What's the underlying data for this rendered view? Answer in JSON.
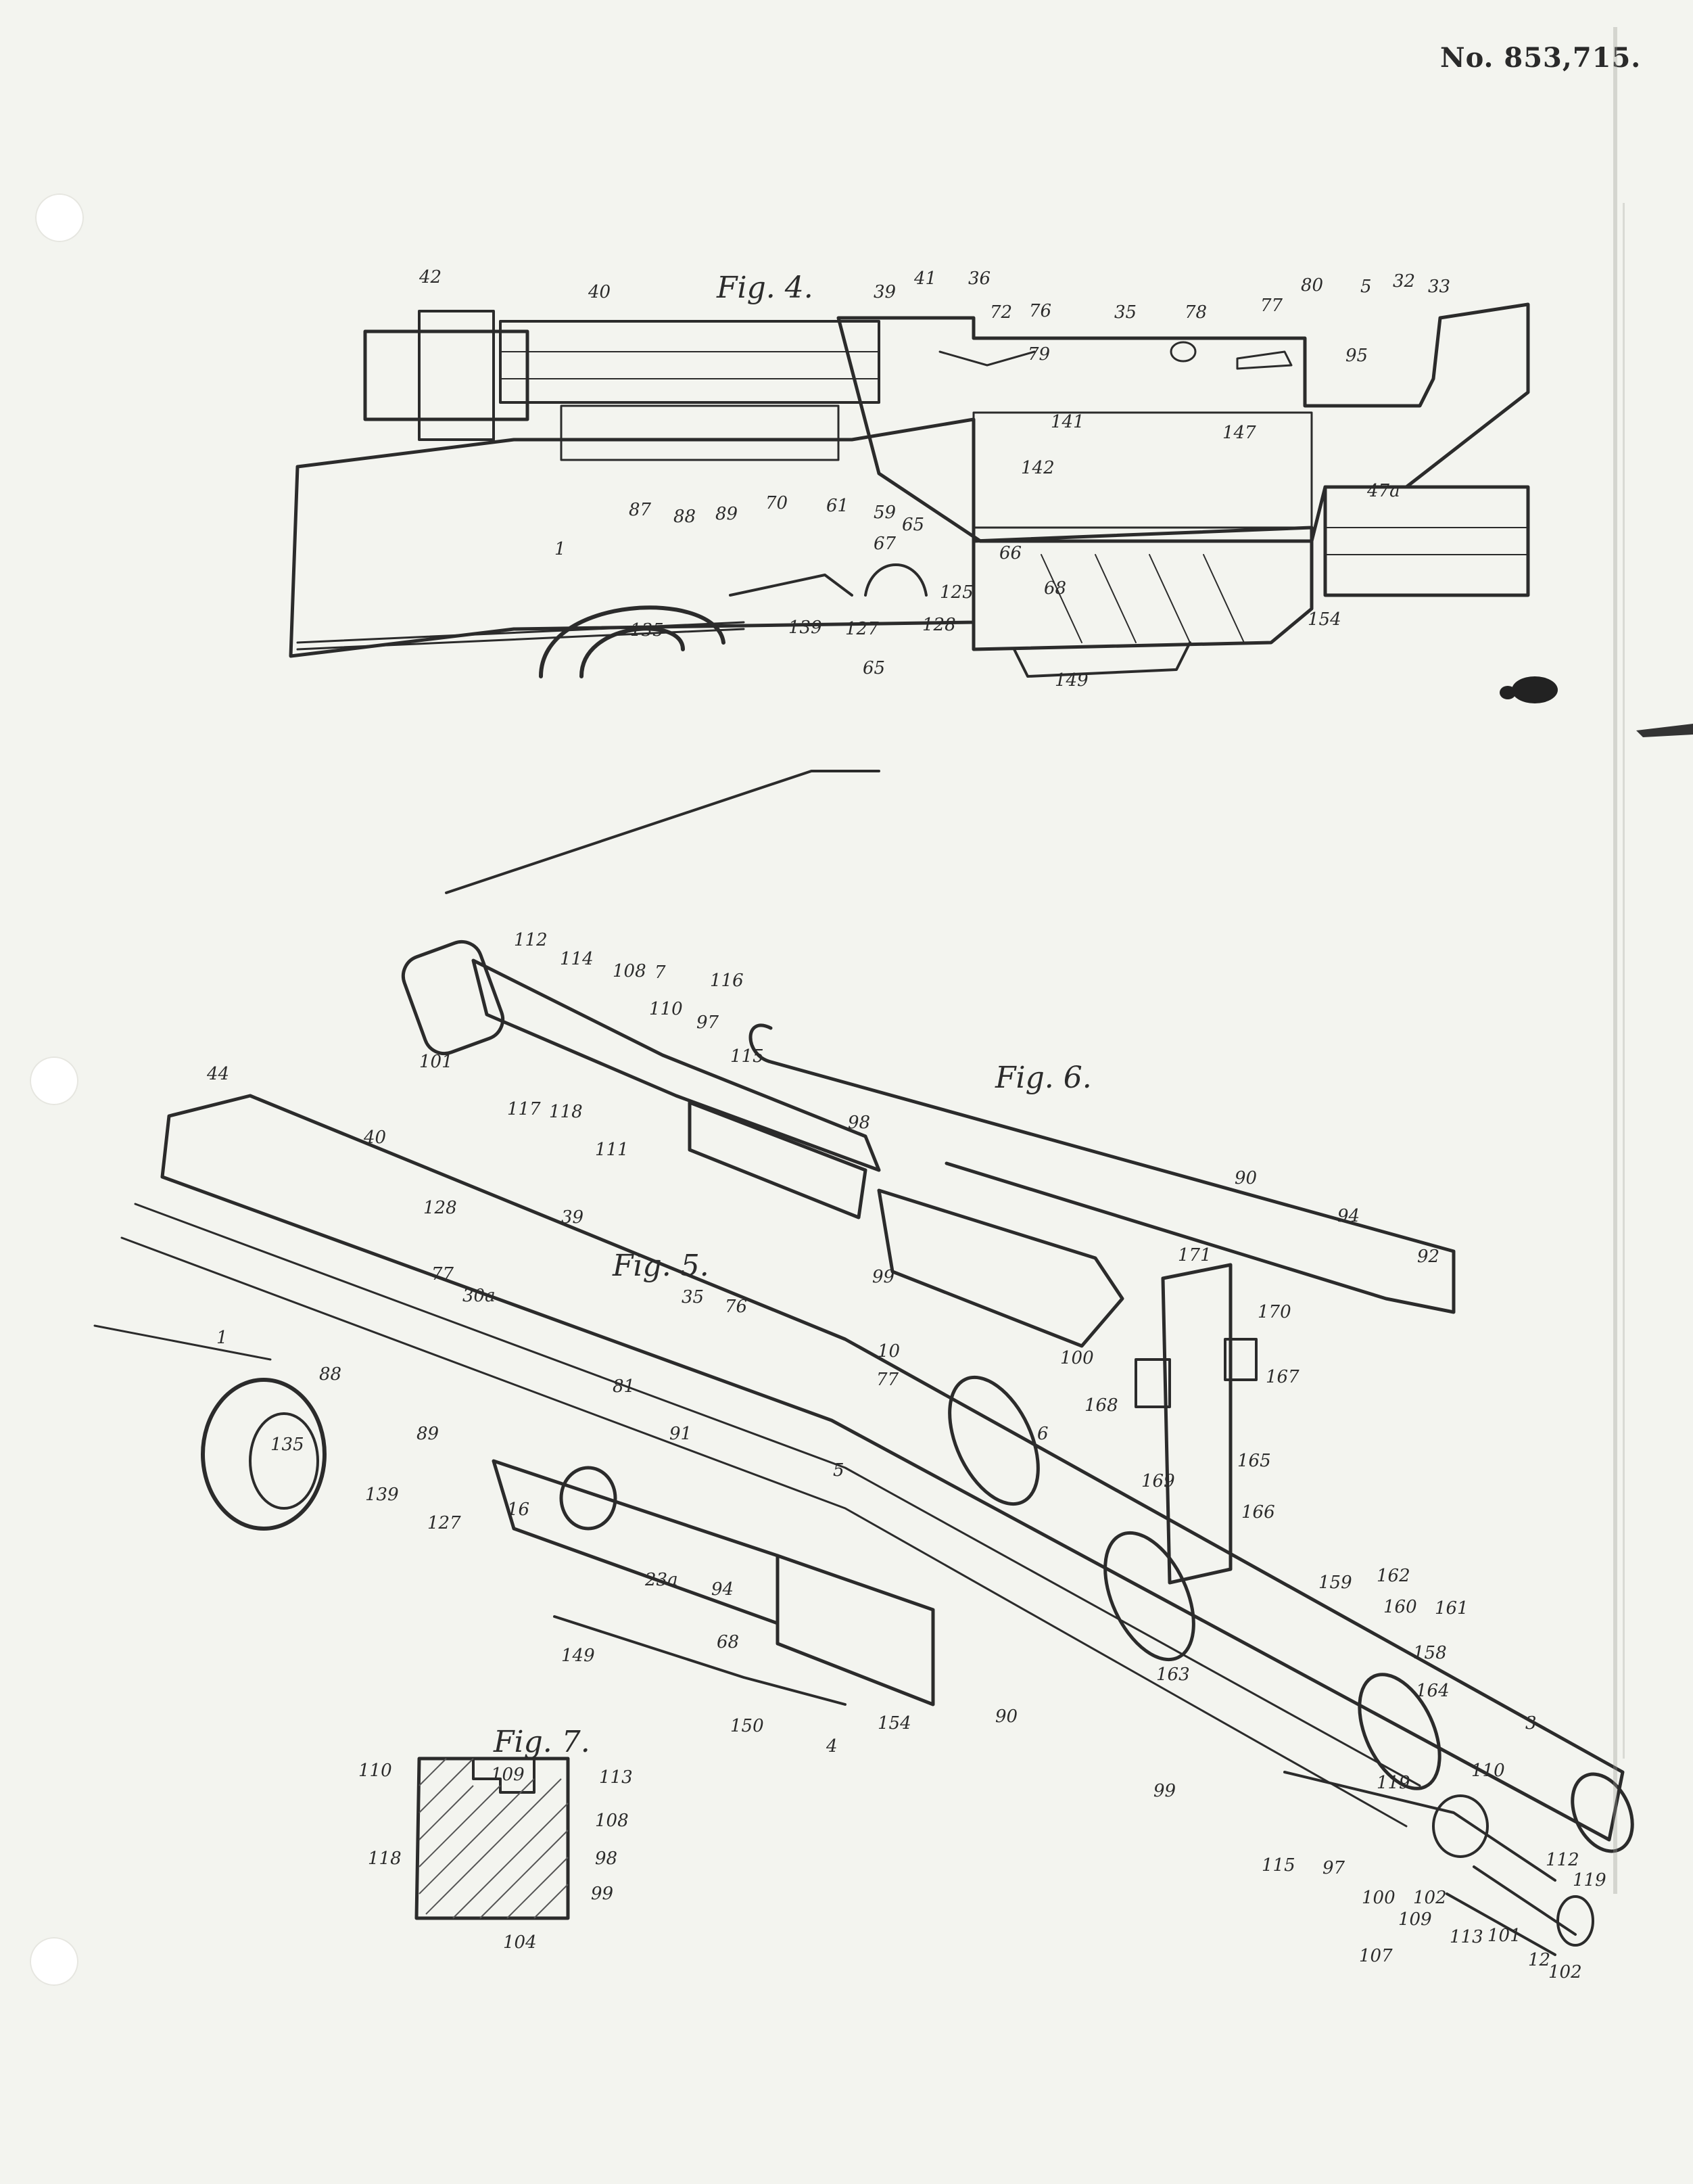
{
  "header": {
    "patent_number": "No. 853,715."
  },
  "figures": [
    {
      "id": "fig4",
      "title": "Fig. 4.",
      "labels": [
        "42",
        "40",
        "39",
        "41",
        "36",
        "72",
        "76",
        "35",
        "78",
        "77",
        "80",
        "5",
        "32",
        "33",
        "79",
        "95",
        "87",
        "88",
        "89",
        "70",
        "61",
        "59",
        "65",
        "67",
        "141",
        "142",
        "147",
        "47a",
        "1",
        "66",
        "68",
        "139",
        "127",
        "125",
        "128",
        "65",
        "135",
        "149",
        "154"
      ]
    },
    {
      "id": "fig6",
      "title": "Fig. 6.",
      "labels": [
        "112",
        "114",
        "108",
        "7",
        "116",
        "110",
        "97",
        "115",
        "101",
        "117",
        "118",
        "111",
        "98",
        "99",
        "100",
        "90",
        "94",
        "92"
      ]
    },
    {
      "id": "fig5",
      "title": "Fig. 5.",
      "labels": [
        "44",
        "40",
        "128",
        "77",
        "39",
        "35",
        "76",
        "10",
        "77",
        "1",
        "88",
        "30a",
        "81",
        "91",
        "6",
        "5",
        "135",
        "89",
        "139",
        "127",
        "16",
        "23a",
        "94",
        "68",
        "149",
        "150",
        "4",
        "154",
        "171",
        "170",
        "167",
        "168",
        "169",
        "165",
        "166",
        "159",
        "162",
        "160",
        "161",
        "158",
        "164",
        "163",
        "90",
        "3",
        "99",
        "110",
        "119",
        "115",
        "97",
        "100",
        "102",
        "109",
        "113",
        "101",
        "12",
        "112",
        "119",
        "107",
        "102"
      ]
    },
    {
      "id": "fig7",
      "title": "Fig. 7.",
      "labels": [
        "110",
        "109",
        "113",
        "108",
        "118",
        "98",
        "99",
        "104"
      ]
    }
  ]
}
